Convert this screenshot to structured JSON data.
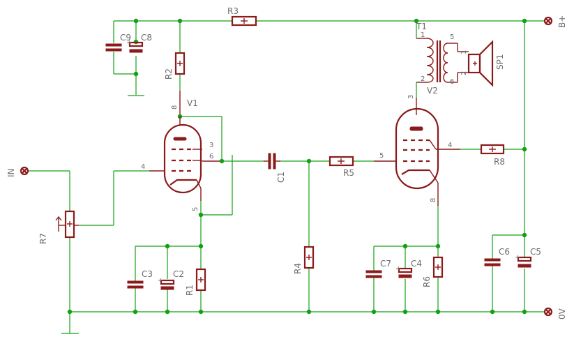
{
  "colors": {
    "wire": "#14a014",
    "symbol": "#8b1a1a",
    "label": "#6b6b6b",
    "background": "#ffffff"
  },
  "labels": {
    "r1": "R1",
    "r2": "R2",
    "r3": "R3",
    "r4": "R4",
    "r5": "R5",
    "r6": "R6",
    "r7": "R7",
    "r8": "R8",
    "c1": "C1",
    "c2": "C2",
    "c3": "C3",
    "c4": "C4",
    "c5": "C5",
    "c6": "C6",
    "c7": "C7",
    "c8": "C8",
    "c9": "C9",
    "v1": "V1",
    "v2": "V2",
    "t1": "T1",
    "sp1": "SP1",
    "in": "IN",
    "bplus": "B+",
    "zero_v": "0V"
  },
  "pins": {
    "v1_8": "8",
    "v1_3": "3",
    "v1_6": "6",
    "v1_4": "4",
    "v1_5": "5",
    "v2_3": "3",
    "v2_5": "5",
    "v2_4": "4",
    "v2_8": "8",
    "t1_1": "1",
    "t1_2": "2",
    "t1_5": "5",
    "t1_6": "6",
    "sp_1": "1",
    "sp_2": "2"
  }
}
